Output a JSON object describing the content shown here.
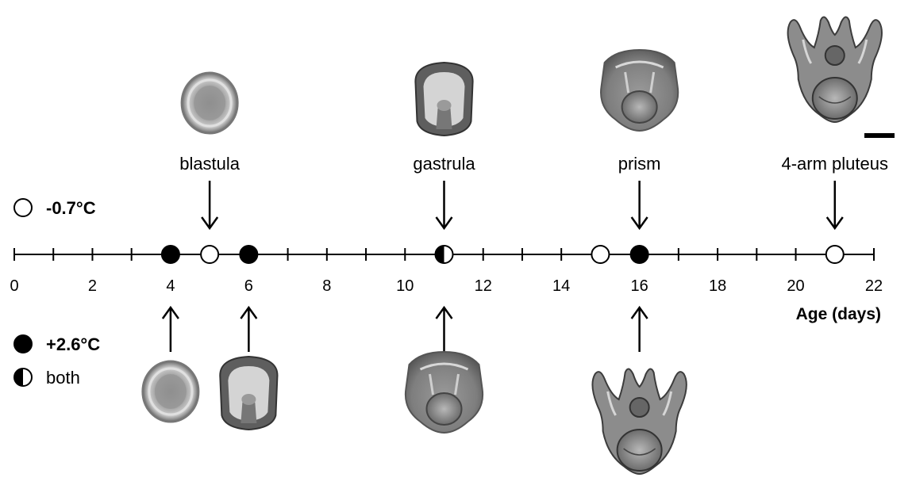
{
  "legend": {
    "cold": {
      "label": "-0.7°C",
      "symbol": "open-circle"
    },
    "warm": {
      "label": "+2.6°C",
      "symbol": "filled-circle"
    },
    "both": {
      "label": "both",
      "symbol": "half-filled-circle"
    }
  },
  "axis": {
    "label": "Age (days)",
    "min": 0,
    "max": 22,
    "major_ticks": [
      0,
      2,
      4,
      6,
      8,
      10,
      12,
      14,
      16,
      18,
      20,
      22
    ],
    "tick_labels": [
      "0",
      "2",
      "4",
      "6",
      "8",
      "10",
      "12",
      "14",
      "16",
      "18",
      "20",
      "22"
    ],
    "minor_step": 1
  },
  "markers": [
    {
      "day": 4,
      "group": "warm"
    },
    {
      "day": 5,
      "group": "cold"
    },
    {
      "day": 6,
      "group": "warm"
    },
    {
      "day": 11,
      "group": "both"
    },
    {
      "day": 15,
      "group": "cold"
    },
    {
      "day": 16,
      "group": "warm"
    },
    {
      "day": 21,
      "group": "cold"
    }
  ],
  "stages_top": [
    {
      "label": "blastula",
      "day": 5,
      "image": "blastula-embryo"
    },
    {
      "label": "gastrula",
      "day": 11,
      "image": "gastrula-embryo"
    },
    {
      "label": "prism",
      "day": 16,
      "image": "prism-larva"
    },
    {
      "label": "4-arm pluteus",
      "day": 21,
      "image": "pluteus-larva",
      "scale_bar": true
    }
  ],
  "stages_bottom": [
    {
      "day": 4,
      "image": "blastula-embryo"
    },
    {
      "day": 6,
      "image": "gastrula-embryo"
    },
    {
      "day": 11,
      "image": "prism-larva"
    },
    {
      "day": 16,
      "image": "pluteus-larva"
    }
  ],
  "colors": {
    "ink": "#000000",
    "specimen": "#8a8a8a",
    "background": "#ffffff"
  }
}
